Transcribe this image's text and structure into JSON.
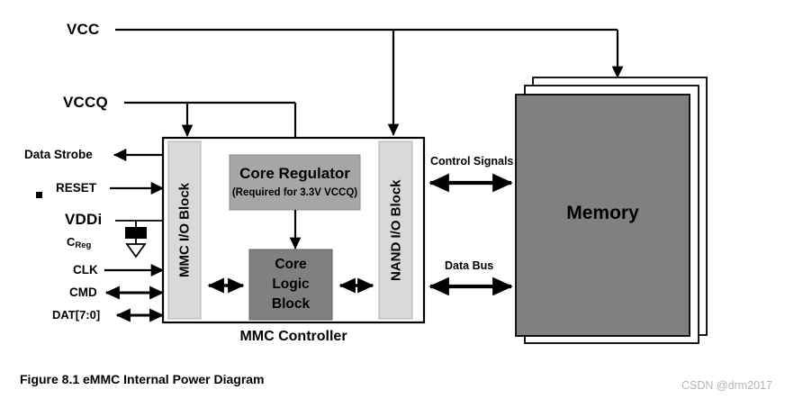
{
  "figure": {
    "caption": "Figure 8.1 eMMC Internal Power Diagram",
    "watermark": "CSDN @drm2017"
  },
  "power_rails": [
    {
      "name": "VCC",
      "label": "VCC"
    },
    {
      "name": "VCCQ",
      "label": "VCCQ"
    },
    {
      "name": "VDDi",
      "label": "VDDi"
    }
  ],
  "passives": {
    "cap_label": "C",
    "cap_subscript": "Reg"
  },
  "host_signals": [
    {
      "label": "Data Strobe",
      "direction": "output"
    },
    {
      "label": "RESET",
      "direction": "input"
    },
    {
      "label": "CLK",
      "direction": "input"
    },
    {
      "label": "CMD",
      "direction": "bidirectional"
    },
    {
      "label": "DAT[7:0]",
      "direction": "bidirectional"
    }
  ],
  "controller": {
    "title": "MMC Controller",
    "mmc_io_block": "MMC I/O Block",
    "nand_io_block": "NAND I/O Block",
    "core_regulator": {
      "title": "Core Regulator",
      "subtitle": "(Required for 3.3V VCCQ)"
    },
    "core_logic_block": {
      "line1": "Core",
      "line2": "Logic",
      "line3": "Block"
    }
  },
  "memory": {
    "label": "Memory",
    "stack_layers": 3
  },
  "interconnects": [
    {
      "label": "Control Signals",
      "direction": "bidirectional"
    },
    {
      "label": "Data Bus",
      "direction": "bidirectional"
    }
  ],
  "colors": {
    "background": "#ffffff",
    "line": "#000000",
    "io_block_fill": "#d9d9d9",
    "core_regulator_fill": "#a6a6a6",
    "core_logic_fill": "#808080",
    "memory_fill": "#808080",
    "watermark": "#b5b5b5"
  }
}
